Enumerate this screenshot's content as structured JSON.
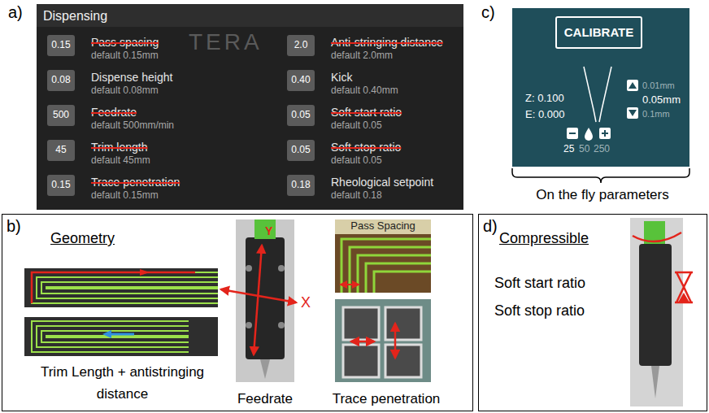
{
  "diagram": {
    "nodes": [
      {
        "text": [
          "Dispensing"
        ]
      },
      {
        "text": [
          "0.15",
          "Pass spacing",
          "default 0.15mm"
        ],
        "in": 0
      },
      {
        "text": [
          "2.0",
          "Anti-stringing distance",
          "default 2.0mm"
        ],
        "in": 0
      },
      {
        "text": [
          "0.08",
          "Dispense height",
          "default 0.08mm"
        ],
        "in": 0
      },
      {
        "text": [
          "0.40",
          "Kick",
          "default 0.40mm"
        ],
        "in": 0
      },
      {
        "text": [
          "500",
          "Feedrate",
          "default 500mm/min"
        ],
        "in": 0
      },
      {
        "text": [
          "0.05",
          "Soft start ratio",
          "default 0.05"
        ],
        "in": 0
      },
      {
        "text": [
          "45",
          "Trim length",
          "default 45mm"
        ],
        "in": 0
      },
      {
        "text": [
          "0.05",
          "Soft stop ratio",
          "default 0.05"
        ],
        "in": 0
      },
      {
        "text": [
          "0.15",
          "Trace penetration",
          "default 0.15mm"
        ],
        "in": 0
      },
      {
        "text": [
          "0.18",
          "Rheological setpoint",
          "default 0.18"
        ],
        "in": 0
      },
      {
        "text": [
          "Z: 0.100",
          "E: 0.000",
          "0.01mm",
          "0.05mm",
          "0.1mm",
          "25",
          "50",
          "250"
        ]
      },
      {
        "text": [
          "CALIBRATE"
        ],
        "in": 11
      },
      {
        "text": [
          "b)",
          "Geometry"
        ]
      },
      {
        "text": [
          "d)",
          "Compressible",
          "Soft start ratio",
          "Soft stop ratio"
        ]
      }
    ],
    "labels": [
      "a)",
      "c)",
      "TERA",
      "Trim Length + antistringing distance",
      "Feedrate",
      "Pass Spacing",
      "Trace penetration",
      "X",
      "Y",
      "On the fly parameters"
    ]
  }
}
